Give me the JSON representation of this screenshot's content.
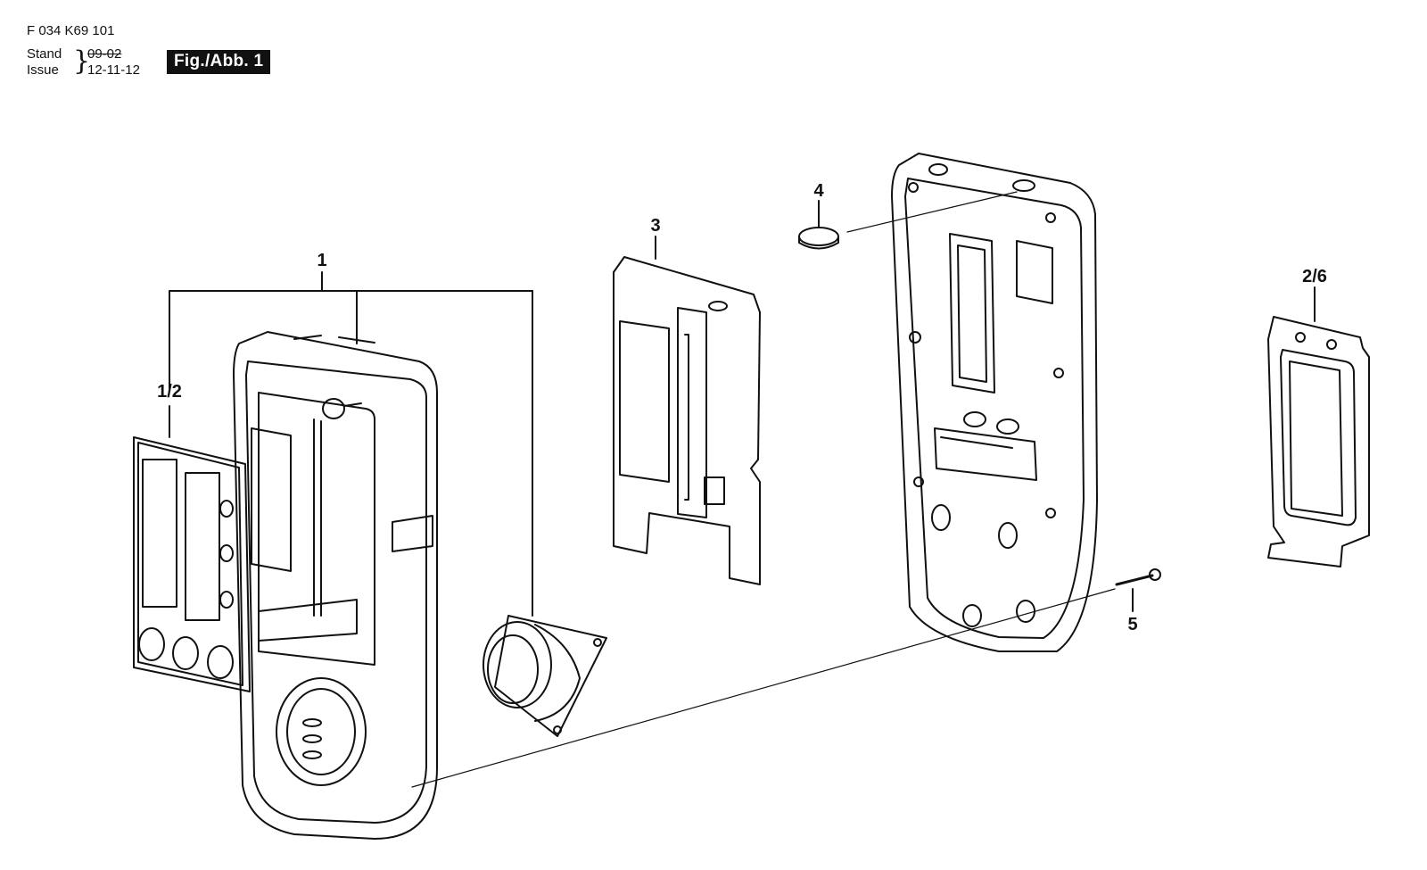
{
  "header": {
    "part_number": "F 034 K69 101",
    "stand_label": "Stand",
    "issue_label": "Issue",
    "stand_date": "09-02",
    "issue_date": "12-11-12",
    "figure_label": "Fig./Abb. 1"
  },
  "callouts": {
    "c1": "1",
    "c1_2": "1/2",
    "c3": "3",
    "c4": "4",
    "c2_6": "2/6",
    "c5": "5"
  }
}
